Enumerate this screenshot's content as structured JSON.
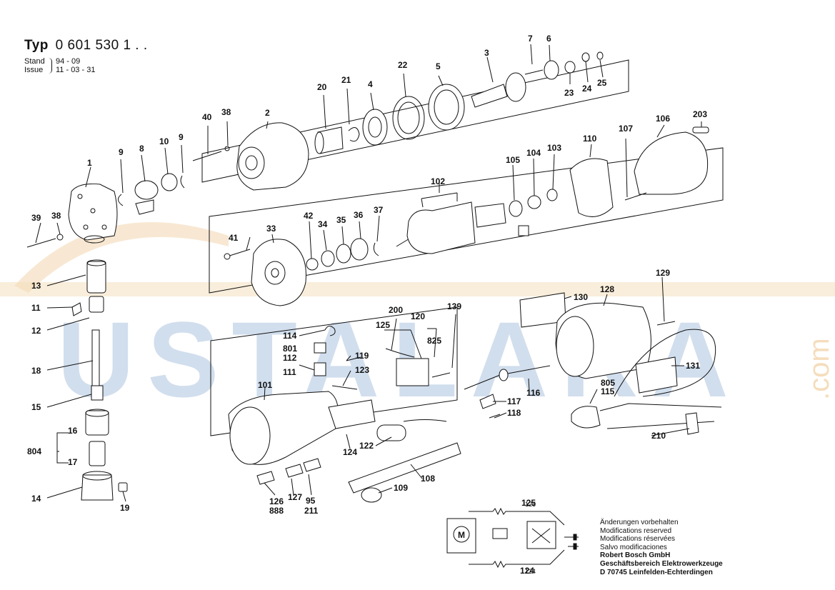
{
  "header": {
    "typ_label": "Typ",
    "typ_number": "0 601 530 1 . .",
    "stand_label": "Stand",
    "stand_value": "94 - 09",
    "issue_label": "Issue",
    "issue_value": "11 - 03 - 31"
  },
  "watermark": {
    "text": "USTALARA",
    "suffix": ".com"
  },
  "part_labels": [
    "1",
    "2",
    "3",
    "4",
    "5",
    "6",
    "7",
    "8",
    "9",
    "9",
    "10",
    "11",
    "12",
    "13",
    "14",
    "15",
    "16",
    "17",
    "18",
    "19",
    "20",
    "21",
    "22",
    "23",
    "24",
    "25",
    "33",
    "34",
    "35",
    "36",
    "37",
    "38",
    "38",
    "39",
    "40",
    "41",
    "42",
    "95",
    "101",
    "102",
    "103",
    "104",
    "105",
    "106",
    "107",
    "108",
    "109",
    "110",
    "111",
    "112",
    "114",
    "115",
    "116",
    "117",
    "118",
    "119",
    "120",
    "122",
    "123",
    "124",
    "124",
    "125",
    "125",
    "126",
    "127",
    "128",
    "129",
    "130",
    "131",
    "139",
    "200",
    "203",
    "210",
    "211",
    "801",
    "804",
    "805",
    "825",
    "888"
  ],
  "notes": {
    "lines": [
      "Änderungen vorbehalten",
      "Modifications reserved",
      "Modifications réservées",
      "Salvo modificaciones"
    ],
    "company": [
      "Robert Bosch GmbH",
      "Geschäftsbereich Elektrowerkzeuge",
      "D 70745 Leinfelden-Echterdingen"
    ]
  },
  "schematic": {
    "motor_symbol": "M",
    "label_top": "125",
    "label_bottom": "124"
  },
  "colors": {
    "line": "#111111",
    "watermark_blue": "#9bb7d8",
    "watermark_orange": "#f0c890"
  }
}
